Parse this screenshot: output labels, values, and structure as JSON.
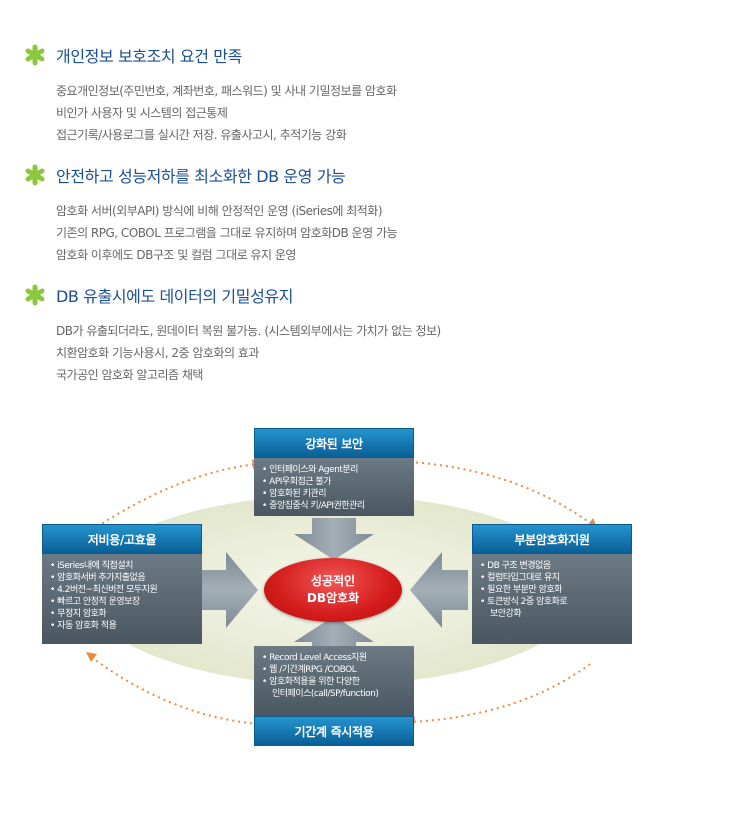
{
  "sections": [
    {
      "title": "개인정보 보호조치 요건 만족",
      "lines": [
        "중요개인정보(주민번호, 계좌번호, 패스워드) 및 사내 기밀정보를 암호화",
        "비인가 사용자 및 시스템의 접근통제",
        "접근기록/사용로그를 실시간 저장.  유출사고시, 추적기능 강화"
      ]
    },
    {
      "title": "안전하고 성능저하를 최소화한 DB 운영 가능",
      "lines": [
        "암호화 서버(외부API) 방식에 비해 안정적인 운영 (iSeries에 최적화)",
        "기존의 RPG, COBOL 프로그램을 그대로 유지하며 암호화DB 운영 가능",
        "암호화 이후에도 DB구조 및 컬럼 그대로 유지 운영"
      ]
    },
    {
      "title": "DB 유출시에도 데이터의 기밀성유지",
      "lines": [
        "DB가 유출되더라도, 원데이터 복원 불가능. (시스템외부에서는 가치가 없는 정보)",
        "치환암호화 기능사용시, 2중 암호화의 효과",
        "국가공인 암호화 알고리즘 채택"
      ]
    }
  ],
  "diagram": {
    "center": {
      "line1": "성공적인",
      "line2": "DB암호화"
    },
    "top": {
      "title": "강화된 보안",
      "items": [
        "인터페이스와 Agent분리",
        "API우회접근 불가",
        "암호화된 키관리",
        "중앙집중식 키/API권한관리"
      ]
    },
    "left": {
      "title": "저비용/고효율",
      "items": [
        "iSeries내에 직접설치",
        "암호화서버 추가지출없음",
        "4.2버전~최신버전 모두지원",
        "빠르고 안정적 운영보장",
        "무정지 암호화",
        "자동 암호화 적용"
      ]
    },
    "right": {
      "title": "부분암호화지원",
      "items": [
        "DB 구조 변경없음",
        "컬럼타입그대로 유지",
        "필요한 부분만 암호화",
        "토큰방식 2중 암호화로",
        "보안강화"
      ]
    },
    "bottom": {
      "title": "기간계 즉시적용",
      "items": [
        "Record Level Access지원",
        "웹 /기간계RPG /COBOL",
        "암호화적용을 위한 다양한",
        "인터페이스(call/SP/function)"
      ]
    },
    "colors": {
      "accent": "#1a4f93",
      "star": "#8dc63f",
      "center": "#d31b1b",
      "box_head": "#1f86c4",
      "box_body": "#5f6d78",
      "arrow": "#8c99a3",
      "ellipse": "#e7ebd3",
      "dotted": "#f08a3a"
    }
  }
}
